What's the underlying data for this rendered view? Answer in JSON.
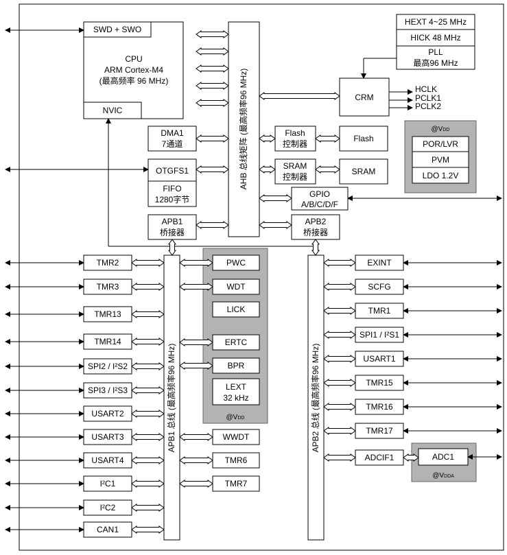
{
  "colors": {
    "line": "#000000",
    "gray_panel": "#b3b3b3",
    "box_fill": "#ffffff"
  },
  "cpu": {
    "swd": "SWD + SWO",
    "title": "CPU",
    "core": "ARM Cortex-M4",
    "freq": "(最高频率 96 MHz)",
    "nvic": "NVIC"
  },
  "ahb": {
    "label": "AHB 总线矩阵 (最高频率96 MHz)"
  },
  "clock": {
    "hext": "HEXT 4~25 MHz",
    "hick": "HICK 48 MHz",
    "pll_1": "PLL",
    "pll_2": "最高96 MHz",
    "crm": "CRM",
    "outputs": [
      "HCLK",
      "PCLK1",
      "PCLK2"
    ]
  },
  "power": {
    "vdd": "@V",
    "vdd_sub": "DD",
    "items": [
      "POR/LVR",
      "PVM",
      "LDO 1.2V"
    ]
  },
  "dma": {
    "l1": "DMA1",
    "l2": "7通道"
  },
  "otg": {
    "l1": "OTGFS1",
    "fifo_1": "FIFO",
    "fifo_2": "1280字节"
  },
  "flash": {
    "ctrl_1": "Flash",
    "ctrl_2": "控制器",
    "mem": "Flash"
  },
  "sram": {
    "ctrl_1": "SRAM",
    "ctrl_2": "控制器",
    "mem": "SRAM"
  },
  "gpio": {
    "l1": "GPIO",
    "l2": "A/B/C/D/F"
  },
  "apb1_bridge": {
    "l1": "APB1",
    "l2": "桥接器"
  },
  "apb2_bridge": {
    "l1": "APB2",
    "l2": "桥接器"
  },
  "apb1_bus": {
    "label": "APB1 总线 (最高频率96 MHz)"
  },
  "apb2_bus": {
    "label": "APB2 总线 (最高频率96 MHz)"
  },
  "apb1_left": [
    "TMR2",
    "TMR3",
    "TMR13",
    "TMR14",
    "SPI2 / I²S2",
    "SPI3 / I²S3",
    "USART2",
    "USART3",
    "USART4",
    "I²C1",
    "I²C2",
    "CAN1"
  ],
  "vdd_domain": {
    "items": [
      "PWC",
      "WDT",
      "LICK",
      "ERTC",
      "BPR"
    ],
    "lext_1": "LEXT",
    "lext_2": "32 kHz",
    "vdd": "@V",
    "vdd_sub": "DD"
  },
  "apb1_right": [
    "WWDT",
    "TMR6",
    "TMR7"
  ],
  "apb2_right": [
    "EXINT",
    "SCFG",
    "TMR1",
    "SPI1 / I²S1",
    "USART1",
    "TMR15",
    "TMR16",
    "TMR17",
    "ADCIF1"
  ],
  "adc": {
    "label": "ADC1",
    "vdda": "@V",
    "vdda_sub": "DDA"
  }
}
